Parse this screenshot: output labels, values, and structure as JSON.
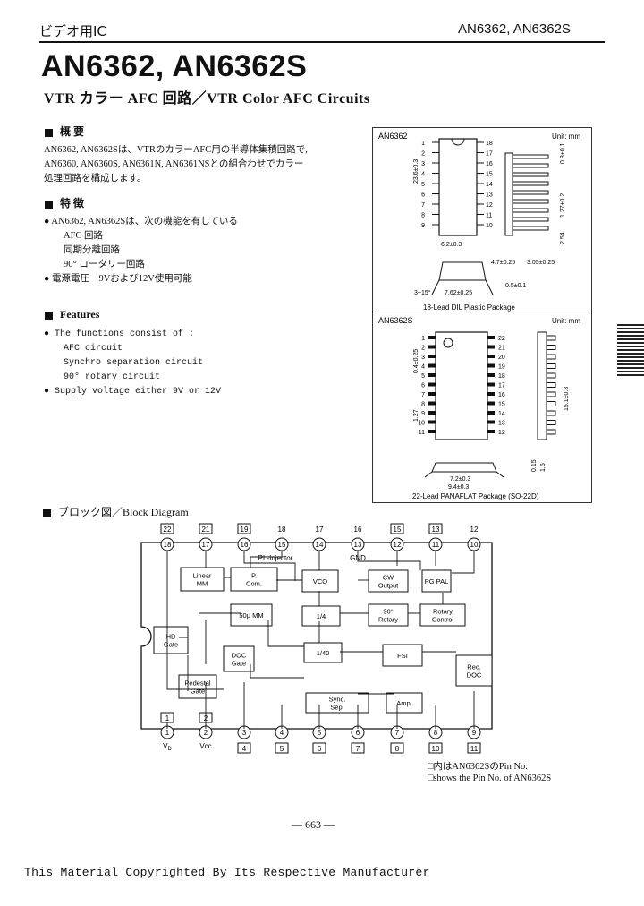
{
  "header": {
    "category": "ビデオ用IC",
    "part_numbers": "AN6362, AN6362S"
  },
  "title": "AN6362, AN6362S",
  "subtitle": "VTR カラー AFC 回路／VTR Color AFC Circuits",
  "overview": {
    "heading": "概 要",
    "lines": [
      "AN6362, AN6362Sは、VTRのカラーAFC用の半導体集積回路で,",
      "AN6360, AN6360S, AN6361N, AN6361NSとの組合わせでカラー",
      "処理回路を構成します。"
    ]
  },
  "features_jp": {
    "heading": "特 徴",
    "items": [
      "● AN6362, AN6362Sは、次の機能を有している",
      "AFC 回路",
      "同期分離回路",
      "90° ロータリー回路",
      "● 電源電圧　9Vおよび12V使用可能"
    ]
  },
  "features_en": {
    "heading": "Features",
    "items": [
      "● The functions consist of :",
      "AFC circuit",
      "Synchro separation circuit",
      "90° rotary circuit",
      "● Supply voltage either 9V or 12V"
    ]
  },
  "package1": {
    "name": "AN6362",
    "unit": "Unit: mm",
    "caption": "18-Lead DIL Plastic Package",
    "pins_right": [
      "18",
      "17",
      "16",
      "15",
      "14",
      "13",
      "12",
      "11",
      "10"
    ],
    "pins_left": [
      "1",
      "2",
      "3",
      "4",
      "5",
      "6",
      "7",
      "8",
      "9"
    ],
    "dims": [
      "23.6±0.3",
      "6.2±0.3",
      "7.62±0.25",
      "3.05±0.25",
      "4.7±0.25",
      "0.3+0.1",
      "1.27±0.2",
      "2.54",
      "3~15°",
      "0.5±0.1"
    ]
  },
  "package2": {
    "name": "AN6362S",
    "unit": "Unit: mm",
    "caption": "22-Lead PANAFLAT Package (SO-22D)",
    "pins_right": [
      "22",
      "21",
      "20",
      "19",
      "18",
      "17",
      "16",
      "15",
      "14",
      "13",
      "12"
    ],
    "pins_left": [
      "1",
      "2",
      "3",
      "4",
      "5",
      "6",
      "7",
      "8",
      "9",
      "10",
      "11"
    ],
    "dims": [
      "15.1±0.3",
      "7.2±0.3",
      "9.4±0.3",
      "0.4±0.25",
      "1.27",
      "0.15",
      "1.5"
    ]
  },
  "block": {
    "heading": "ブロック図／Block Diagram",
    "top_labels_s": [
      "22",
      "21",
      "19",
      "18",
      "17",
      "16",
      "15",
      "13",
      "12"
    ],
    "top_labels": [
      "18",
      "17",
      "16",
      "15",
      "14",
      "13",
      "12",
      "11",
      "10"
    ],
    "bottom_labels": [
      "1",
      "2",
      "3",
      "4",
      "5",
      "6",
      "7",
      "8",
      "9"
    ],
    "bottom_labels_s": [
      "4",
      "5",
      "6",
      "7",
      "8",
      "10",
      "11"
    ],
    "top_s_boxed": [
      "22",
      "21",
      "19",
      "15",
      "13"
    ],
    "bottom_top_s": [
      "1",
      "2"
    ],
    "pin_names": {
      "vd": "V",
      "vd_sub": "D",
      "vcc": "Vcc",
      "pl_injector": "PL-Injector",
      "gnd": "GND"
    },
    "blocks": {
      "linear_mm": "Linear MM",
      "p_com": "P. Com.",
      "vco": "VCO",
      "cw_output": "CW Output",
      "pg_pal": "PG PAL",
      "mm_50": "50μ MM",
      "div4": "1/4",
      "rotary90": "90° Rotary",
      "rotary_control": "Rotary Control",
      "hd_gate": "HD Gate",
      "doc_gate": "DOC Gate",
      "div40": "1/40",
      "fsi": "FSI",
      "rec_doc": "Rec. DOC",
      "pedestal_gate": "Pedestal Gate",
      "sync_sep": "Sync. Sep.",
      "amp": "Amp."
    },
    "notes": [
      "□内はAN6362SのPin No.",
      "□shows the Pin No. of AN6362S"
    ]
  },
  "page_number": "— 663 —",
  "copyright": "This Material Copyrighted By Its Respective Manufacturer"
}
